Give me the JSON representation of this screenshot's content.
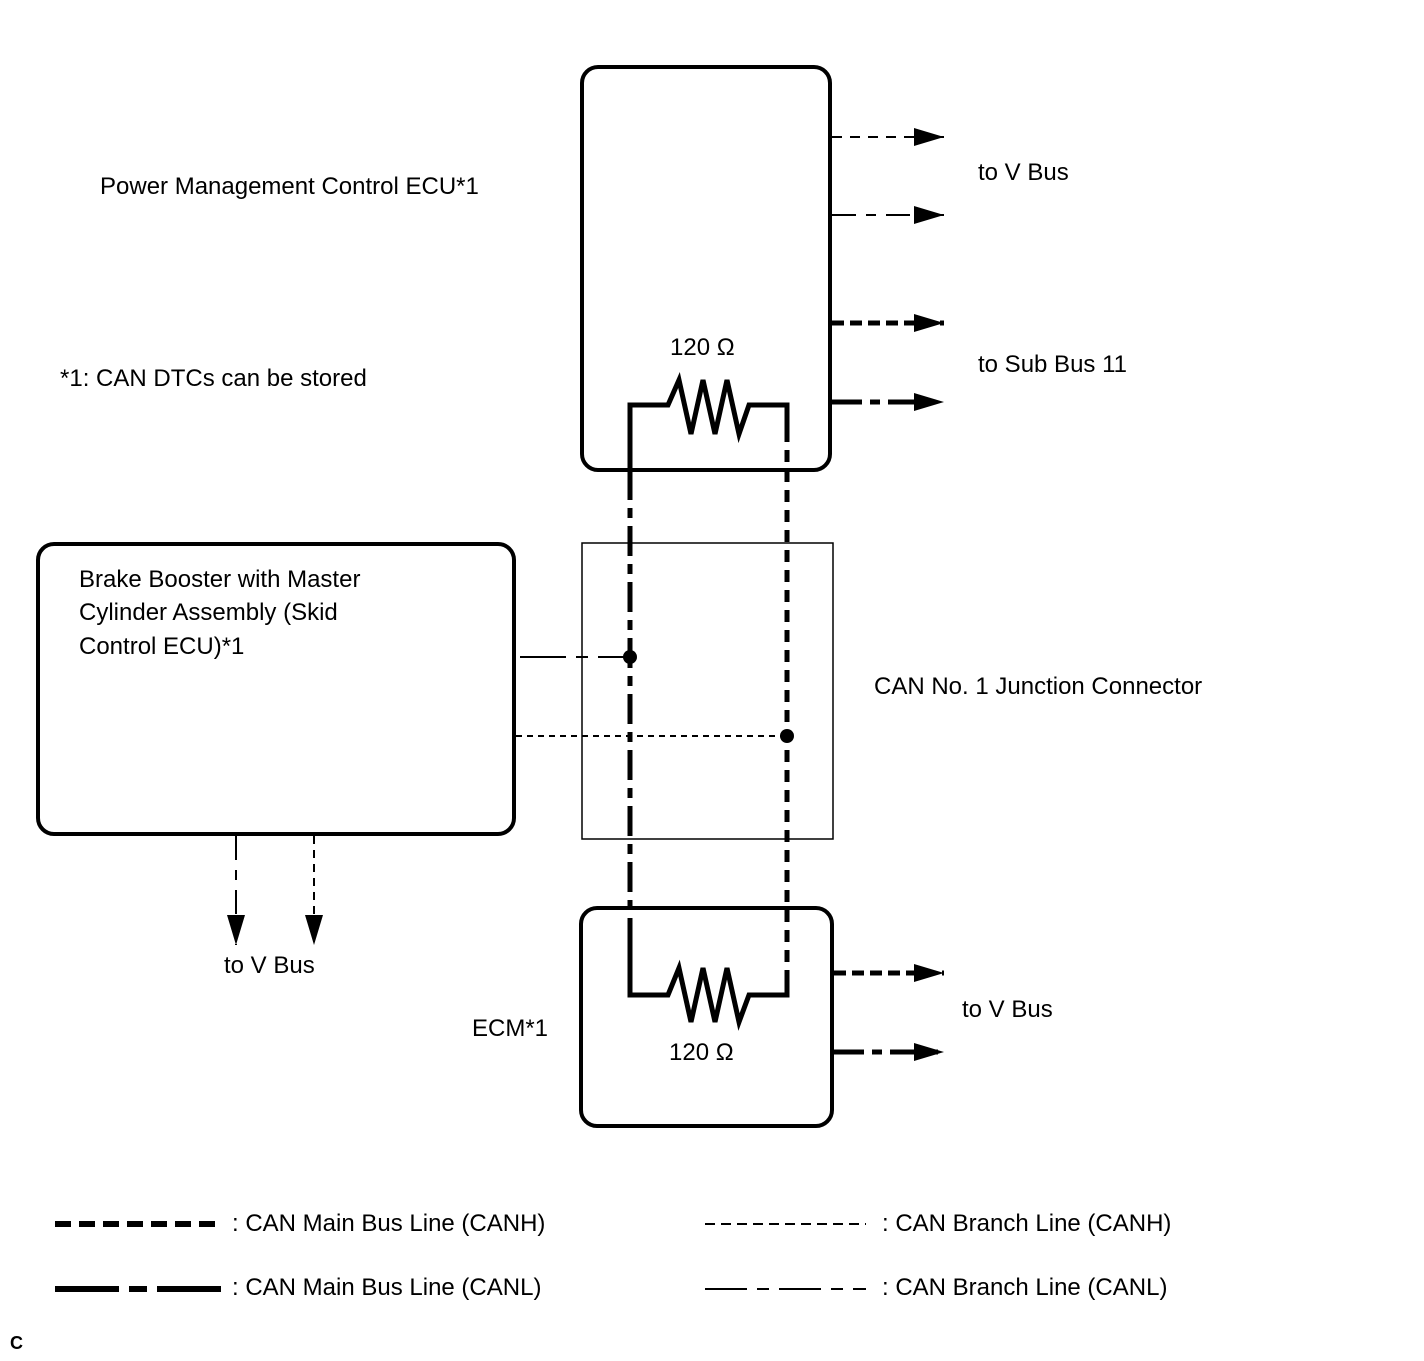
{
  "labels": {
    "pm_ecu": "Power Management Control ECU*1",
    "note": "*1: CAN DTCs can be stored",
    "brake_line1": "Brake Booster with Master",
    "brake_line2": "Cylinder Assembly (Skid",
    "brake_line3": "Control ECU)*1",
    "junction": "CAN No. 1 Junction Connector",
    "ecm": "ECM*1",
    "resistor_top": "120 Ω",
    "resistor_bottom": "120 Ω",
    "to_v_bus_top": "to V Bus",
    "to_sub_bus": "to Sub Bus 11",
    "to_v_bus_brake": "to V Bus",
    "to_v_bus_ecm": "to V Bus",
    "corner_code": "C"
  },
  "legend": {
    "main_canh": ": CAN Main Bus Line (CANH)",
    "main_canl": ": CAN Main Bus Line (CANL)",
    "branch_canh": ": CAN Branch Line (CANH)",
    "branch_canl": ": CAN Branch Line (CANL)"
  }
}
